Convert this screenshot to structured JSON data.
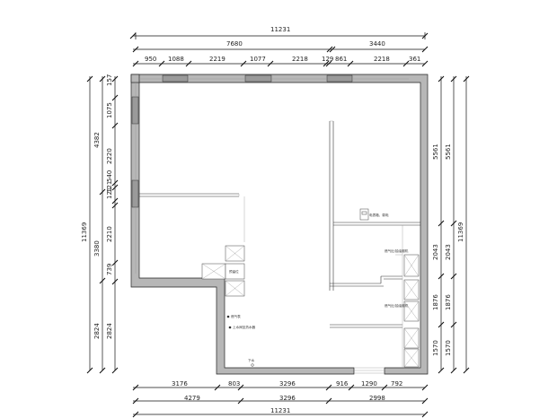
{
  "drawing": {
    "dimensions": {
      "top_total": "11231",
      "top_segments_a": [
        "7680",
        "3440"
      ],
      "top_segments_b": [
        "950",
        "1088",
        "2219",
        "1077",
        "2218",
        "129",
        "861",
        "2218",
        "361"
      ],
      "bottom_segments_a": [
        "3176",
        "803",
        "3296",
        "916",
        "1290",
        "792"
      ],
      "bottom_segments_b": [
        "4279",
        "3296",
        "2998"
      ],
      "bottom_total": "11231",
      "left_total": "11369",
      "left_segments_a": [
        "4382",
        "3380",
        "2824"
      ],
      "left_segments_b": [
        "157",
        "1075",
        "2220",
        "121",
        "540",
        "121",
        "2210",
        "739",
        "2824"
      ],
      "right_total": "11369",
      "right_segments_a": [
        "5561",
        "2043",
        "1876",
        "1570"
      ],
      "right_segments_b": [
        "5561",
        "2043",
        "1876",
        "1570"
      ]
    },
    "annotations": {
      "fixture_label_1": "预留位",
      "fixture_label_2": "燃气表",
      "fixture_label_3": "上水阀至热水器",
      "fixture_label_4": "电表箱、弱电",
      "fixture_label_5": "燃气灶/抽油烟机",
      "fixture_label_6": "燃气灶/抽油烟机",
      "fixture_label_7": "下水"
    }
  }
}
